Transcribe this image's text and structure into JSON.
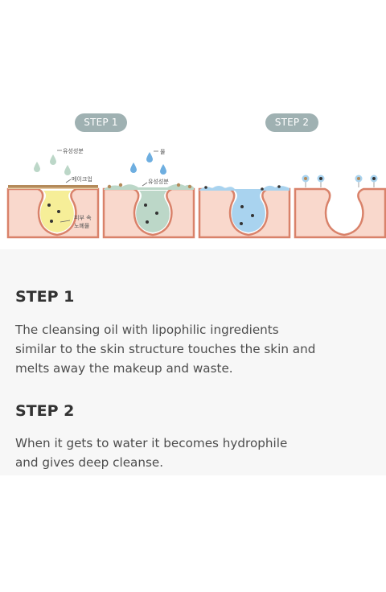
{
  "badges": {
    "step1": "STEP 1",
    "step2": "STEP 2"
  },
  "diagram_labels": {
    "oil": "유성성분",
    "makeup": "메이크업",
    "pore_waste_line1": "피부 속",
    "pore_waste_line2": "노폐물",
    "water": "물",
    "oil_2": "유성성분"
  },
  "sections": [
    {
      "title": "STEP 1",
      "lines": [
        "The cleansing oil with lipophilic ingredients",
        "similar to the skin structure touches the skin and",
        "melts away the makeup and waste."
      ]
    },
    {
      "title": "STEP 2",
      "lines": [
        "When it gets to water it becomes hydrophile",
        "and gives deep cleanse."
      ]
    }
  ],
  "colors": {
    "badge": "#9fb1b2",
    "skin": "#f9d8cc",
    "skin_outline": "#d9826a",
    "oil_yellow": "#f6ee98",
    "oil_green": "#bcd7c8",
    "water_blue": "#a9d3ef",
    "makeup_brown": "#b48a5a",
    "panel": "#f7f7f7"
  }
}
